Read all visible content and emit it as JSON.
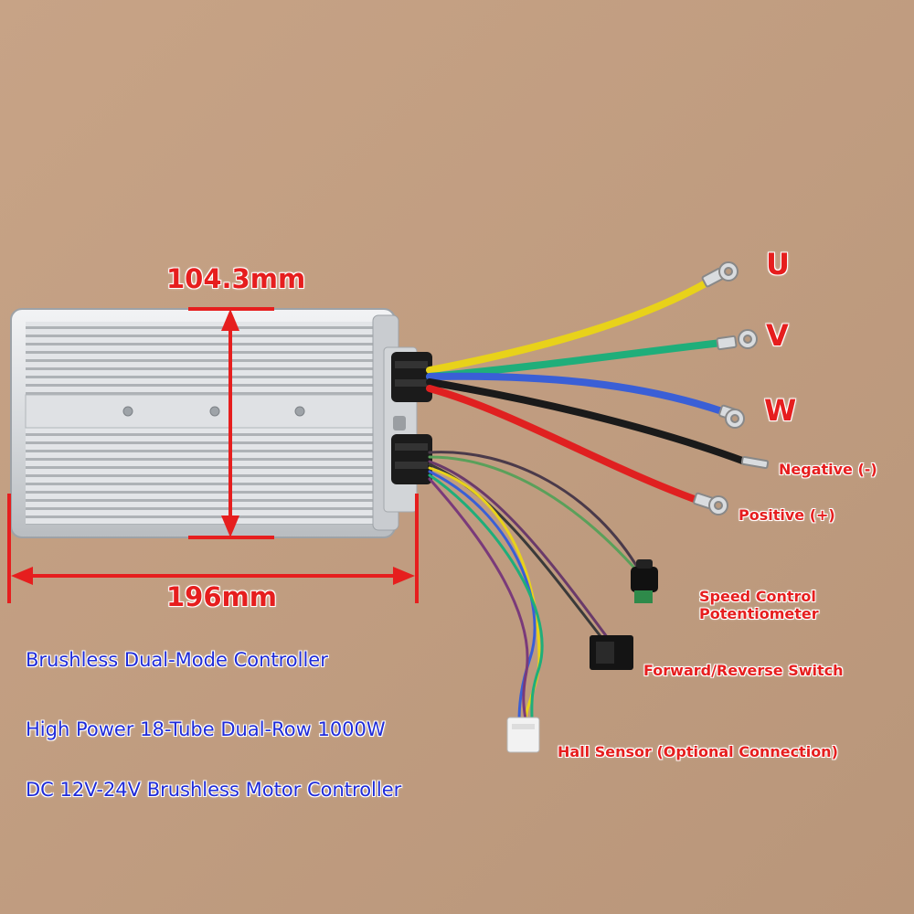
{
  "dimensions": {
    "height": "104.3mm",
    "width": "196mm"
  },
  "phase_labels": {
    "u": "U",
    "v": "V",
    "w": "W"
  },
  "wire_labels": {
    "negative": "Negative (-)",
    "positive": "Positive (+)",
    "speed_line1": "Speed Control",
    "speed_line2": "Potentiometer",
    "switch": "Forward/Reverse Switch",
    "hall": "Hall Sensor (Optional Connection)"
  },
  "descriptions": [
    "Brushless Dual-Mode Controller",
    "High Power 18-Tube Dual-Row 1000W",
    "DC 12V-24V Brushless Motor Controller"
  ],
  "colors": {
    "background": "#c4a184",
    "label_red": "#e61e1e",
    "description_blue": "#1f2bd9",
    "wire_yellow": "#e8d21a",
    "wire_green": "#1fae7a",
    "wire_blue": "#3a5fd6",
    "wire_black": "#1a1a1a",
    "wire_red": "#e02020"
  }
}
